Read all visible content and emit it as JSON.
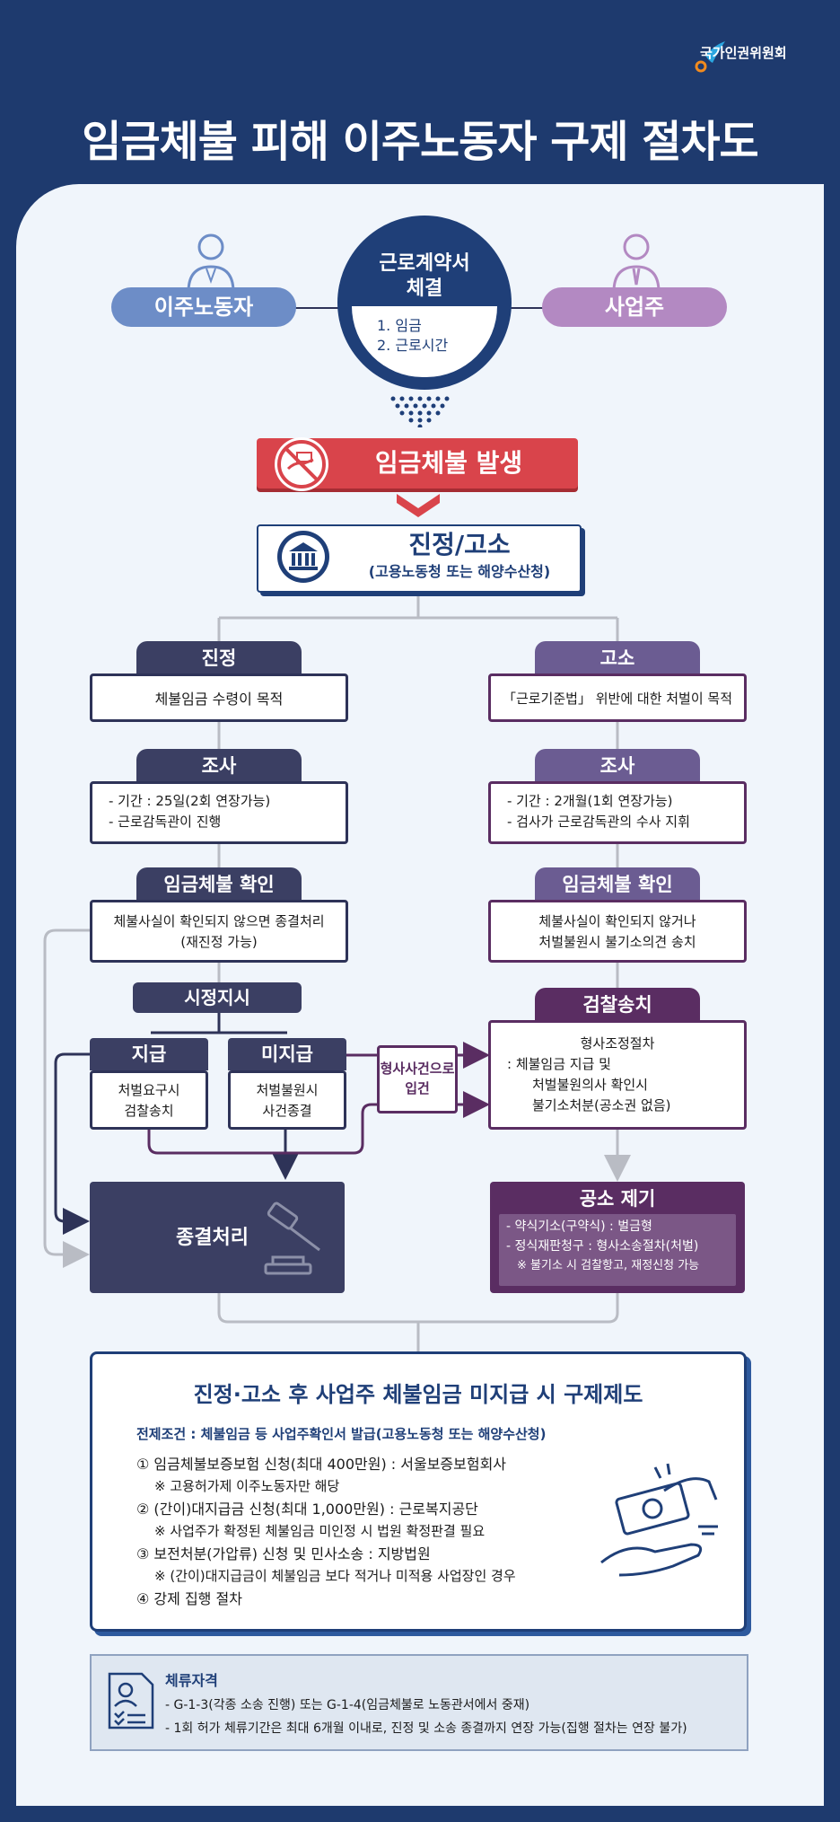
{
  "header": {
    "logo_text": "국가인권위원회",
    "title": "임금체불 피해 이주노동자 구제 절차도"
  },
  "contract": {
    "worker": "이주노동자",
    "employer": "사업주",
    "center_title_line1": "근로계약서",
    "center_title_line2": "체결",
    "item1": "1. 임금",
    "item2": "2. 근로시간"
  },
  "occurrence": {
    "label": "임금체불 발생"
  },
  "petition": {
    "title": "진정/고소",
    "subtitle": "(고용노동청 또는 해양수산청)"
  },
  "left": {
    "header1": "진정",
    "box1": "체불임금 수령이 목적",
    "header2": "조사",
    "box2_line1": "- 기간 : 25일(2회 연장가능)",
    "box2_line2": "- 근로감독관이 진행",
    "header3": "임금체불 확인",
    "box3_line1": "체불사실이 확인되지 않으면 종결처리",
    "box3_line2": "(재진정 가능)",
    "order": "시정지시",
    "paid_header": "지급",
    "paid_line1": "처벌요구시",
    "paid_line2": "검찰송치",
    "unpaid_header": "미지급",
    "unpaid_line1": "처벌불원시",
    "unpaid_line2": "사건종결"
  },
  "criminal_case": {
    "line1": "형사사건으로",
    "line2": "입건"
  },
  "right": {
    "header1": "고소",
    "box1": "「근로기준법」 위반에 대한 처벌이 목적",
    "header2": "조사",
    "box2_line1": "- 기간 : 2개월(1회 연장가능)",
    "box2_line2": "- 검사가 근로감독관의 수사 지휘",
    "header3": "임금체불 확인",
    "box3_line1": "체불사실이 확인되지 않거나",
    "box3_line2": "처벌불원시 불기소의견 송치",
    "header4": "검찰송치",
    "box4_line1": "형사조정절차",
    "box4_line2": ": 체불임금 지급 및",
    "box4_line3": "처벌불원의사 확인시",
    "box4_line4": "불기소처분(공소권 없음)"
  },
  "closure": {
    "label": "종결처리"
  },
  "indictment": {
    "title": "공소 제기",
    "line1": "- 약식기소(구약식) : 벌금형",
    "line2": "- 정식재판청구 : 형사소송절차(처벌)",
    "line3": "※ 불기소 시 검찰항고, 재정신청 가능"
  },
  "relief": {
    "title": "진정·고소 후 사업주 체불임금 미지급 시 구제제도",
    "premise": "전제조건 : 체불임금 등 사업주확인서 발급(고용노동청 또는 해양수산청)",
    "item1": "① 임금체불보증보험 신청(최대 400만원) : 서울보증보험회사",
    "item1_note": "※ 고용허가제 이주노동자만 해당",
    "item2": "② (간이)대지급금 신청(최대 1,000만원) : 근로복지공단",
    "item2_note": "※ 사업주가 확정된 체불임금 미인정 시 법원 확정판결 필요",
    "item3": "③ 보전처분(가압류) 신청 및 민사소송 : 지방법원",
    "item3_note": "※ (간이)대지급금이 체불임금 보다 적거나 미적용 사업장인 경우",
    "item4": "④ 강제 집행 절차"
  },
  "visa": {
    "title": "체류자격",
    "line1": "- G-1-3(각종 소송 진행) 또는 G-1-4(임금체불로 노동관서에서 중재)",
    "line2": "- 1회 허가 체류기간은 최대 6개월 이내로, 진정 및 소송 종결까지 연장 가능(집행 절차는 연장 불가)"
  },
  "colors": {
    "background": "#1e3a6e",
    "panel": "#f0f5fb",
    "navy_box": "#3b3f63",
    "purple_box": "#6b5c92",
    "worker_pill": "#6d8dc7",
    "employer_pill": "#b389c2",
    "alert_red": "#d9444b",
    "dark_purple": "#5a2d62"
  }
}
